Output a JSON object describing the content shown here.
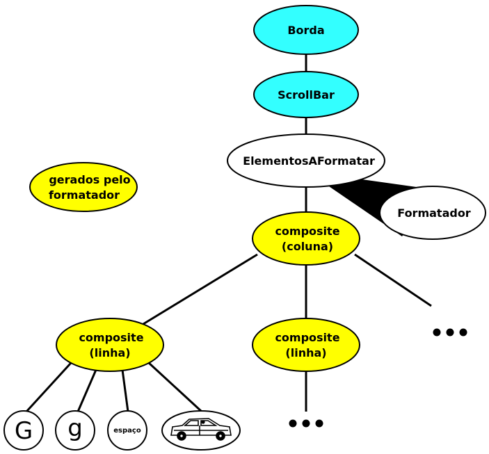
{
  "colors": {
    "cyan": "#33ffff",
    "yellow": "#ffff00",
    "white": "#ffffff",
    "black": "#000000"
  },
  "nodes": {
    "borda": "Borda",
    "scrollbar": "ScrollBar",
    "elementos": "ElementosAFormatar",
    "formatador": "Formatador",
    "legend": [
      "gerados pelo",
      "formatador"
    ],
    "coluna": [
      "composite",
      "(coluna)"
    ],
    "linha_left": [
      "composite",
      "(linha)"
    ],
    "linha_mid": [
      "composite",
      "(linha)"
    ]
  },
  "leaves": {
    "g_upper": "G",
    "g_lower": "g",
    "espaco": "espaço",
    "car_icon": "car-icon"
  },
  "ellipsis": {
    "right": "ellipsis-right",
    "bottom": "ellipsis-bottom"
  }
}
